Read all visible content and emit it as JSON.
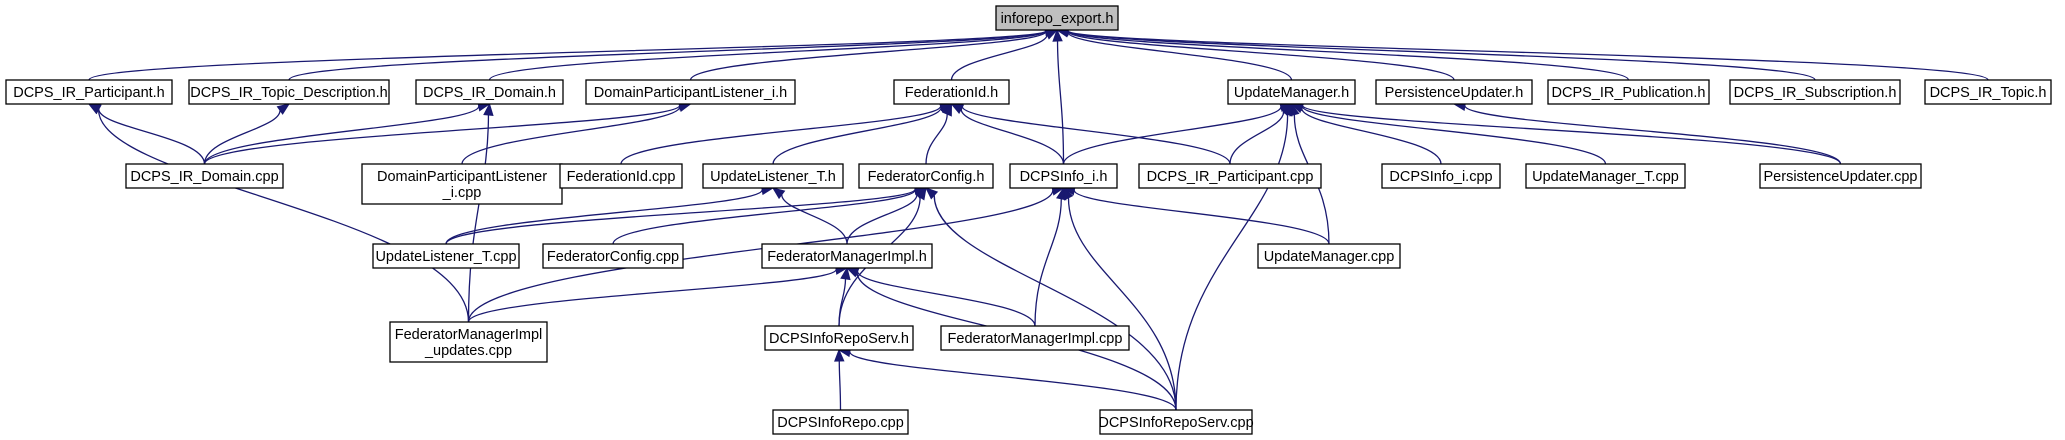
{
  "diagram": {
    "type": "include-dependency-graph",
    "nodes": [
      {
        "id": "root",
        "label": "inforepo_export.h",
        "root": true
      },
      {
        "id": "irpart_h",
        "label": "DCPS_IR_Participant.h"
      },
      {
        "id": "irtopicdesc_h",
        "label": "DCPS_IR_Topic_Description.h"
      },
      {
        "id": "irdomain_h",
        "label": "DCPS_IR_Domain.h"
      },
      {
        "id": "dpl_h",
        "label": "DomainParticipantListener_i.h"
      },
      {
        "id": "fedid_h",
        "label": "FederationId.h"
      },
      {
        "id": "updmgr_h",
        "label": "UpdateManager.h"
      },
      {
        "id": "persupd_h",
        "label": "PersistenceUpdater.h"
      },
      {
        "id": "irpub_h",
        "label": "DCPS_IR_Publication.h"
      },
      {
        "id": "irsub_h",
        "label": "DCPS_IR_Subscription.h"
      },
      {
        "id": "irtopic_h",
        "label": "DCPS_IR_Topic.h"
      },
      {
        "id": "irdomain_cpp",
        "label": "DCPS_IR_Domain.cpp"
      },
      {
        "id": "dpl_cpp",
        "label": "DomainParticipantListener_i.cpp",
        "lines": [
          "DomainParticipantListener",
          "_i.cpp"
        ]
      },
      {
        "id": "fedid_cpp",
        "label": "FederationId.cpp"
      },
      {
        "id": "updlist_h",
        "label": "UpdateListener_T.h"
      },
      {
        "id": "fedcfg_h",
        "label": "FederatorConfig.h"
      },
      {
        "id": "dcpsinfo_h",
        "label": "DCPSInfo_i.h"
      },
      {
        "id": "irpart_cpp",
        "label": "DCPS_IR_Participant.cpp"
      },
      {
        "id": "dcpsinfo_cpp",
        "label": "DCPSInfo_i.cpp"
      },
      {
        "id": "updmgrt_cpp",
        "label": "UpdateManager_T.cpp"
      },
      {
        "id": "persupd_cpp",
        "label": "PersistenceUpdater.cpp"
      },
      {
        "id": "updlistt_cpp",
        "label": "UpdateListener_T.cpp"
      },
      {
        "id": "fedcfg_cpp",
        "label": "FederatorConfig.cpp"
      },
      {
        "id": "fedmgr_h",
        "label": "FederatorManagerImpl.h"
      },
      {
        "id": "updmgr_cpp",
        "label": "UpdateManager.cpp"
      },
      {
        "id": "fedupd_cpp",
        "label": "FederatorManagerImpl_updates.cpp",
        "lines": [
          "FederatorManagerImpl",
          "_updates.cpp"
        ]
      },
      {
        "id": "reposerv_h",
        "label": "DCPSInfoRepoServ.h"
      },
      {
        "id": "fedmgr_cpp",
        "label": "FederatorManagerImpl.cpp"
      },
      {
        "id": "repo_cpp",
        "label": "DCPSInfoRepo.cpp"
      },
      {
        "id": "reposerv_cpp",
        "label": "DCPSInfoRepoServ.cpp"
      }
    ],
    "edges": [
      [
        "root",
        "irpart_h"
      ],
      [
        "root",
        "irtopicdesc_h"
      ],
      [
        "root",
        "irdomain_h"
      ],
      [
        "root",
        "dpl_h"
      ],
      [
        "root",
        "fedid_h"
      ],
      [
        "root",
        "dcpsinfo_h"
      ],
      [
        "root",
        "updmgr_h"
      ],
      [
        "root",
        "persupd_h"
      ],
      [
        "root",
        "irpub_h"
      ],
      [
        "root",
        "irsub_h"
      ],
      [
        "root",
        "irtopic_h"
      ],
      [
        "irpart_h",
        "irdomain_cpp"
      ],
      [
        "irpart_h",
        "fedupd_cpp"
      ],
      [
        "irtopicdesc_h",
        "irdomain_cpp"
      ],
      [
        "irdomain_h",
        "irdomain_cpp"
      ],
      [
        "irdomain_h",
        "fedupd_cpp"
      ],
      [
        "dpl_h",
        "irdomain_cpp"
      ],
      [
        "dpl_h",
        "dpl_cpp"
      ],
      [
        "fedid_h",
        "fedid_cpp"
      ],
      [
        "fedid_h",
        "updlist_h"
      ],
      [
        "fedid_h",
        "fedcfg_h"
      ],
      [
        "fedid_h",
        "dcpsinfo_h"
      ],
      [
        "fedid_h",
        "irpart_cpp"
      ],
      [
        "updmgr_h",
        "dcpsinfo_h"
      ],
      [
        "updmgr_h",
        "irpart_cpp"
      ],
      [
        "updmgr_h",
        "dcpsinfo_cpp"
      ],
      [
        "updmgr_h",
        "updmgrt_cpp"
      ],
      [
        "updmgr_h",
        "persupd_cpp"
      ],
      [
        "updmgr_h",
        "updmgr_cpp"
      ],
      [
        "updmgr_h",
        "reposerv_cpp"
      ],
      [
        "persupd_h",
        "persupd_cpp"
      ],
      [
        "updlist_h",
        "updlistt_cpp"
      ],
      [
        "updlist_h",
        "fedmgr_h"
      ],
      [
        "fedcfg_h",
        "updlistt_cpp"
      ],
      [
        "fedcfg_h",
        "fedcfg_cpp"
      ],
      [
        "fedcfg_h",
        "fedmgr_h"
      ],
      [
        "fedcfg_h",
        "reposerv_h"
      ],
      [
        "fedcfg_h",
        "reposerv_cpp"
      ],
      [
        "dcpsinfo_h",
        "fedupd_cpp"
      ],
      [
        "dcpsinfo_h",
        "fedmgr_cpp"
      ],
      [
        "dcpsinfo_h",
        "updmgr_cpp"
      ],
      [
        "dcpsinfo_h",
        "reposerv_cpp"
      ],
      [
        "fedmgr_h",
        "fedupd_cpp"
      ],
      [
        "fedmgr_h",
        "reposerv_h"
      ],
      [
        "fedmgr_h",
        "fedmgr_cpp"
      ],
      [
        "fedmgr_h",
        "reposerv_cpp"
      ],
      [
        "reposerv_h",
        "repo_cpp"
      ],
      [
        "reposerv_h",
        "reposerv_cpp"
      ]
    ]
  }
}
